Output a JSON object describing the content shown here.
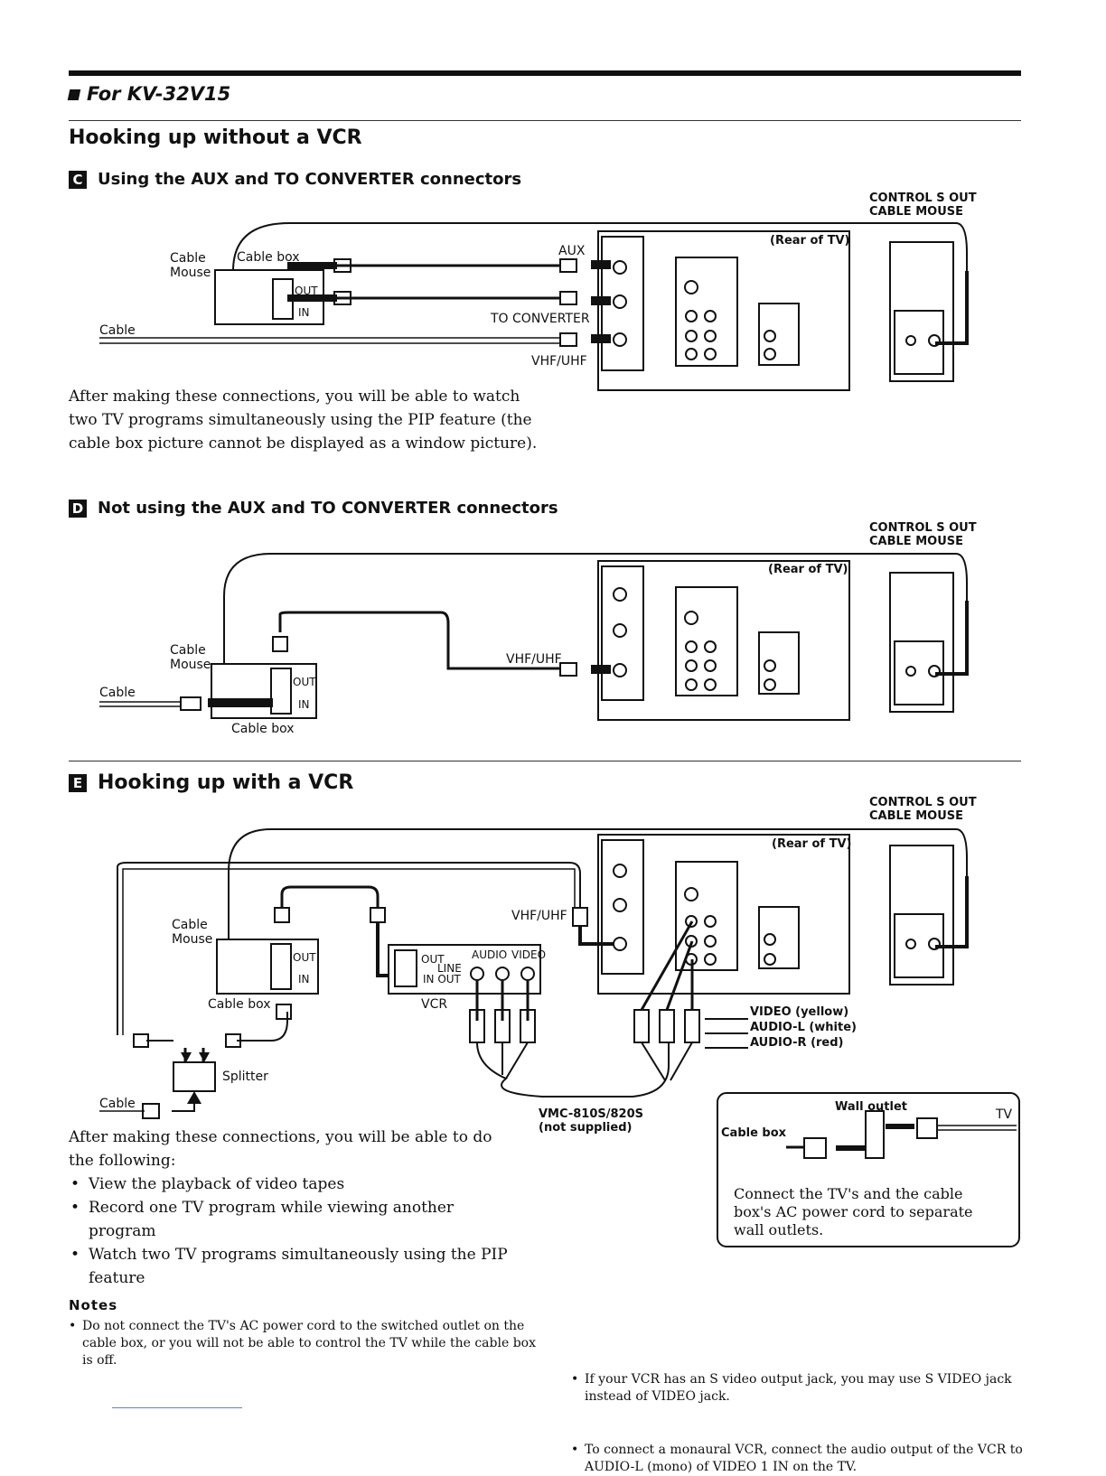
{
  "header": {
    "model": "For KV-32V15"
  },
  "section": {
    "title": "Hooking up without a VCR"
  },
  "c": {
    "badge": "C",
    "title": "Using the AUX and TO CONVERTER connectors",
    "control_out": "CONTROL S OUT",
    "cable_mouse": "CABLE MOUSE",
    "rear_of_tv": "(Rear of TV)",
    "cable_mouse_label": "Cable Mouse",
    "cable_box": "Cable box",
    "cable": "Cable",
    "aux": "AUX",
    "to_converter": "TO CONVERTER",
    "vhf_uhf": "VHF/UHF",
    "out": "OUT",
    "in": "IN",
    "body": "After making these connections, you will be able to watch two TV programs simultaneously using the PIP feature (the cable box picture cannot be displayed as a window picture)."
  },
  "d": {
    "badge": "D",
    "title": "Not using the AUX and TO CONVERTER connectors",
    "control_out": "CONTROL S OUT",
    "cable_mouse": "CABLE MOUSE",
    "rear_of_tv": "(Rear of TV)",
    "cable_mouse_label": "Cable Mouse",
    "cable_box": "Cable box",
    "cable": "Cable",
    "vhf_uhf": "VHF/UHF",
    "out": "OUT",
    "in": "IN"
  },
  "e": {
    "badge": "E",
    "title": "Hooking up with a VCR",
    "control_out": "CONTROL S OUT",
    "cable_mouse": "CABLE MOUSE",
    "rear_of_tv": "(Rear of TV)",
    "cable_mouse_label": "Cable Mouse",
    "cable_box": "Cable box",
    "cable": "Cable",
    "splitter": "Splitter",
    "vhf_uhf": "VHF/UHF",
    "vcr": "VCR",
    "vcr_out": "OUT",
    "vcr_in_out": "IN OUT",
    "line": "LINE",
    "audio": "AUDIO",
    "video": "VIDEO",
    "out": "OUT",
    "in": "IN",
    "video_yellow": "VIDEO (yellow)",
    "audio_l": "AUDIO-L (white)",
    "audio_r": "AUDIO-R (red)",
    "vmc": "VMC-810S/820S",
    "not_supplied": "(not supplied)",
    "body_intro": "After making these connections, you will be able to do the following:",
    "bullets": [
      "View the playback of video tapes",
      "Record one TV program while viewing another program",
      "Watch two TV programs simultaneously using the PIP feature"
    ],
    "wall": {
      "wall_outlet": "Wall outlet",
      "tv": "TV",
      "cable_box": "Cable box",
      "text": "Connect the TV's and the cable box's AC power cord to separate wall outlets."
    }
  },
  "notes": {
    "heading": "Notes",
    "left": [
      "Do not connect the TV's AC power cord to the switched outlet on the cable box, or you will not be able to control the TV while the cable box is off."
    ],
    "right": [
      "If your VCR has an S video output jack, you may use S VIDEO jack instead of VIDEO jack.",
      "To connect a monaural VCR, connect the audio output of the VCR to AUDIO-L (mono) of VIDEO 1 IN on the TV."
    ]
  }
}
